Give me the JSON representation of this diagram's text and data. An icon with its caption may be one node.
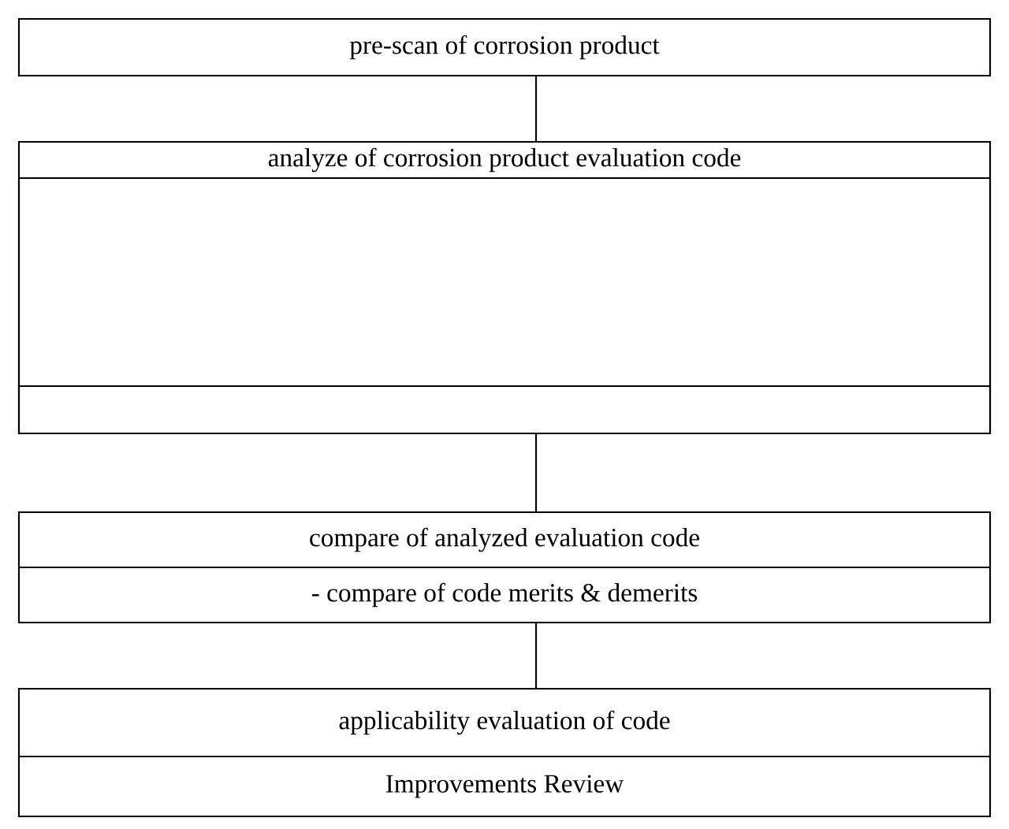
{
  "diagram": {
    "nodes": [
      {
        "text": [
          "pre-scan of corrosion product"
        ]
      },
      {
        "text": [
          "analyze of corrosion product evaluation code"
        ]
      },
      {
        "text": [],
        "shape": "box",
        "in": 1
      },
      {
        "text": [],
        "shape": "box",
        "in": 1
      },
      {
        "text": [
          "compare of analyzed evaluation code",
          "- compare of code merits & demerits"
        ]
      },
      {
        "text": [
          "applicability evaluation of code",
          "Improvements Review"
        ]
      }
    ],
    "edges": [
      {
        "from": 0,
        "to": 1,
        "arrow": "none"
      },
      {
        "from": 1,
        "to": 4,
        "arrow": "none"
      },
      {
        "from": 4,
        "to": 5,
        "arrow": "none"
      }
    ]
  }
}
